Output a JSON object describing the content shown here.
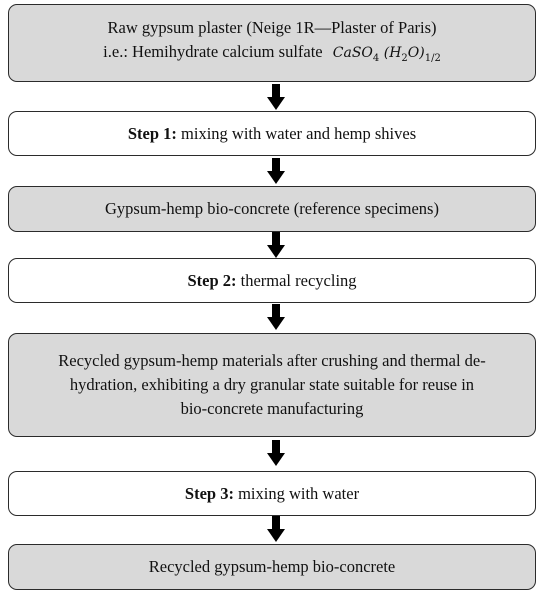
{
  "boxes": {
    "raw": {
      "line1": "Raw gypsum plaster (Neige 1R—Plaster of Paris)",
      "line2_prefix": "i.e.: Hemihydrate calcium sulfate",
      "formula": {
        "part1": "CaSO",
        "sub1": "4",
        "part2": " (H",
        "sub2": "2",
        "part3": "O)",
        "sub3": "1/2"
      }
    },
    "step1": {
      "label": "Step 1:",
      "text": " mixing with water and hemp shives"
    },
    "reference": {
      "text": "Gypsum-hemp bio-concrete (reference specimens)"
    },
    "step2": {
      "label": "Step 2:",
      "text": " thermal recycling"
    },
    "recycled_materials": {
      "line1": "Recycled gypsum-hemp materials after crushing and thermal de-",
      "line2": "hydration, exhibiting a dry granular state suitable for reuse in",
      "line3": "bio-concrete manufacturing"
    },
    "step3": {
      "label": "Step 3:",
      "text": " mixing with water"
    },
    "final": {
      "text": "Recycled gypsum-hemp bio-concrete"
    }
  },
  "colors": {
    "grey_fill": "#d9d9d9",
    "white_fill": "#ffffff",
    "border": "#2b2b2b",
    "arrow": "#000000"
  }
}
